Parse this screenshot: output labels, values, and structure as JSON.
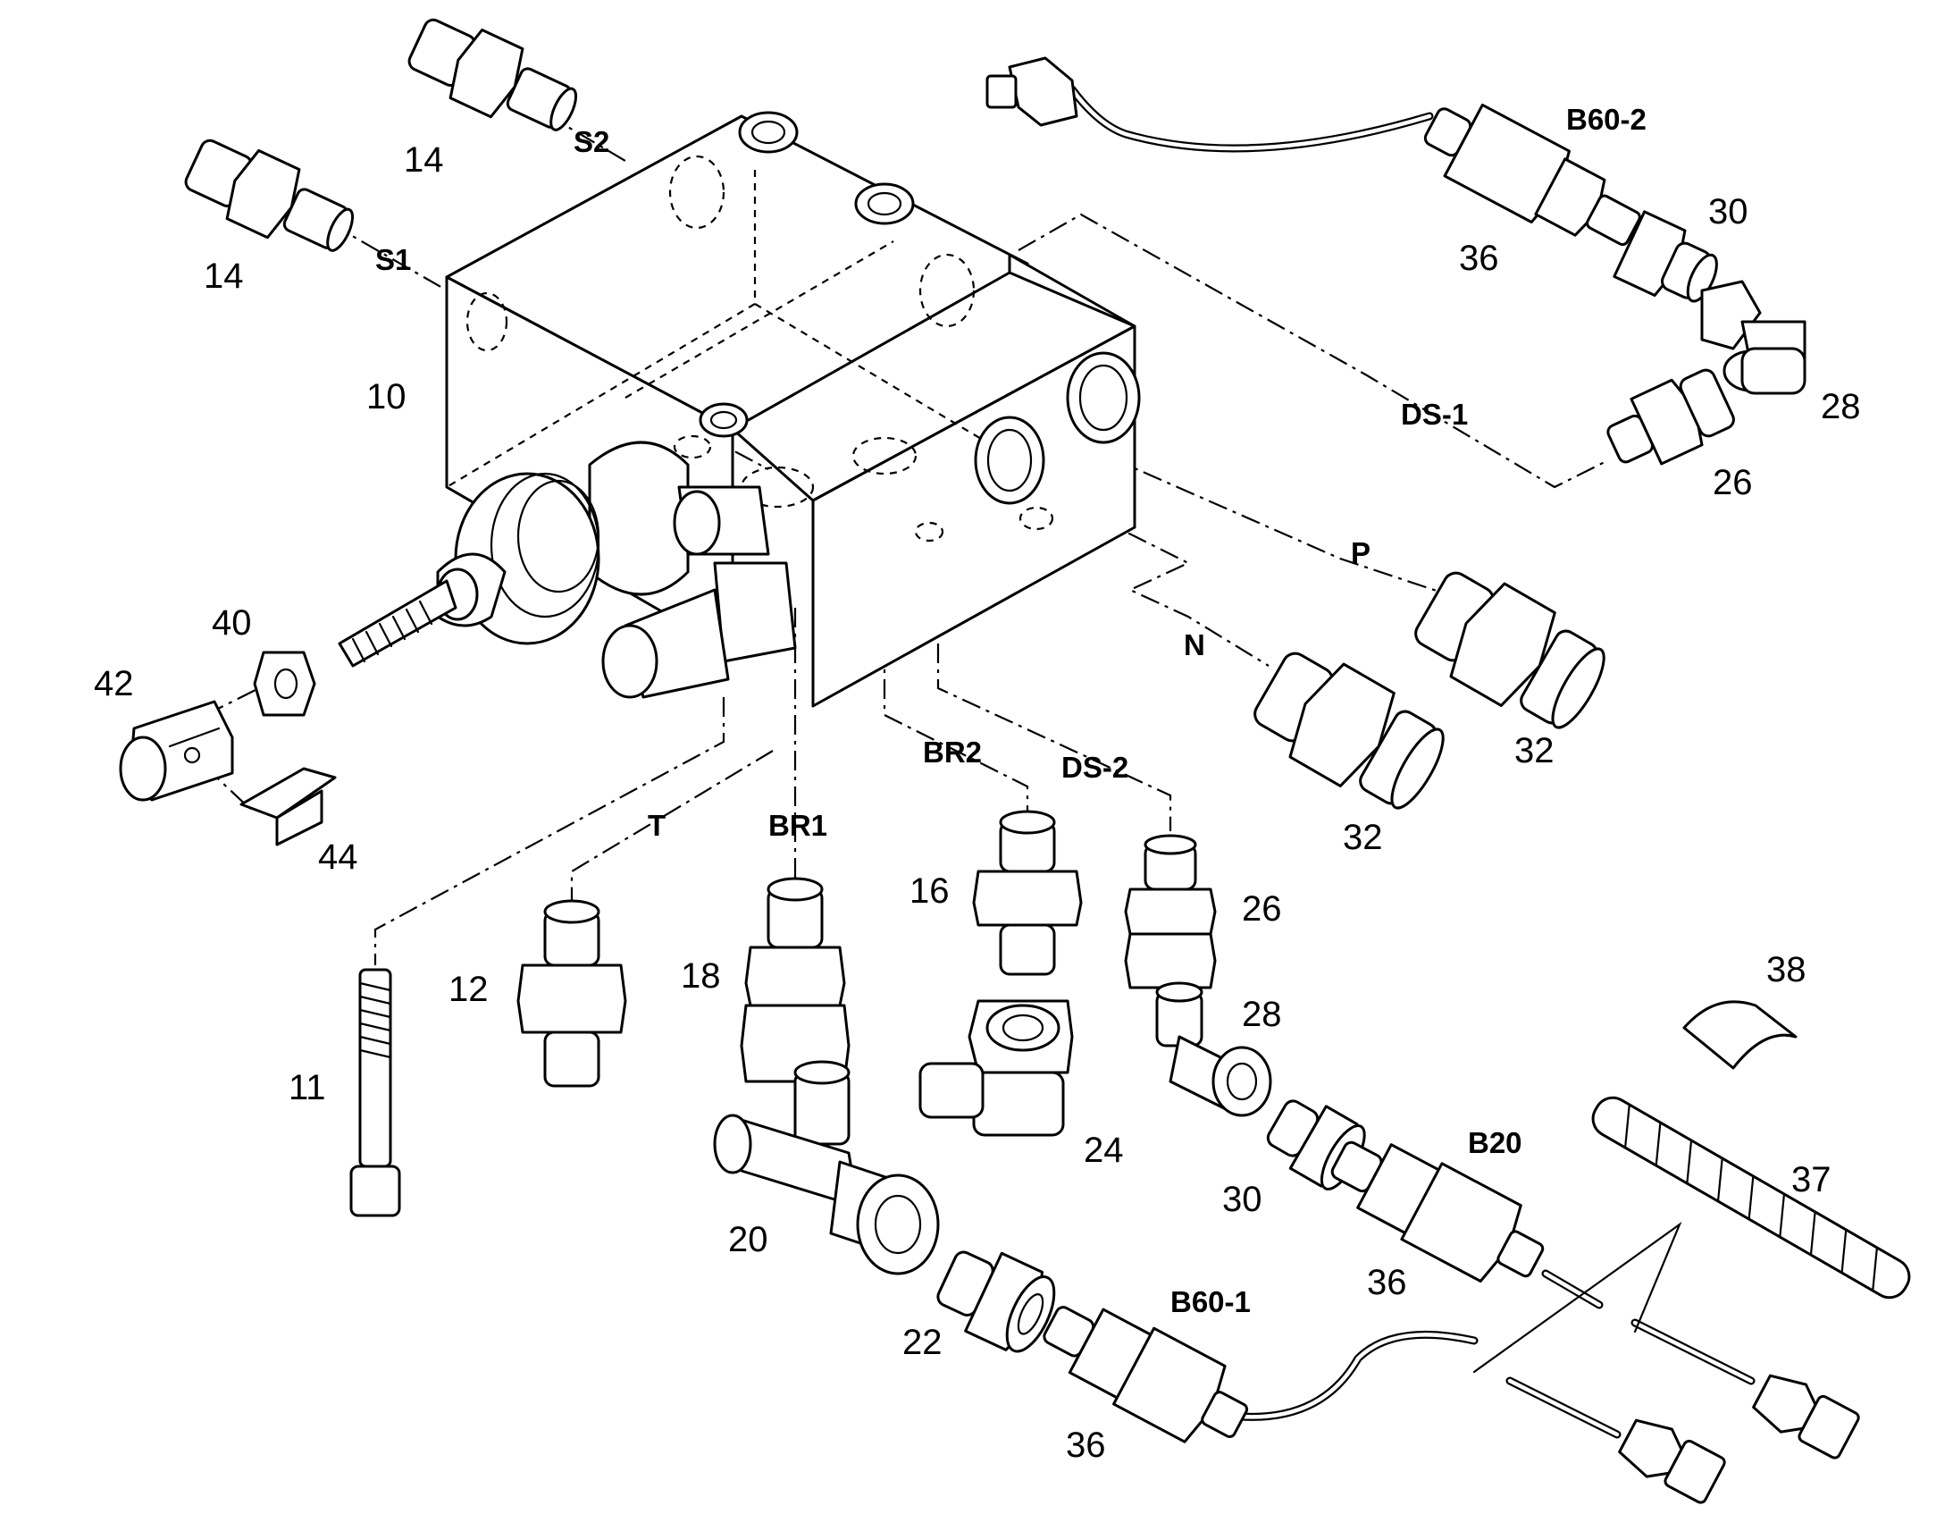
{
  "labels": {
    "part_10": "10",
    "part_11": "11",
    "part_12": "12",
    "part_14_a": "14",
    "part_14_b": "14",
    "part_16": "16",
    "part_18": "18",
    "part_20": "20",
    "part_22": "22",
    "part_24": "24",
    "part_26_a": "26",
    "part_26_b": "26",
    "part_28_a": "28",
    "part_28_b": "28",
    "part_30_a": "30",
    "part_30_b": "30",
    "part_32_a": "32",
    "part_32_b": "32",
    "part_36_a": "36",
    "part_36_b": "36",
    "part_36_c": "36",
    "part_37": "37",
    "part_38": "38",
    "part_40": "40",
    "part_42": "42",
    "part_44": "44"
  },
  "ports": {
    "s1": "S1",
    "s2": "S2",
    "p": "P",
    "n": "N",
    "t": "T",
    "br1": "BR1",
    "br2": "BR2",
    "ds1": "DS-1",
    "ds2": "DS-2",
    "b60_1": "B60-1",
    "b60_2": "B60-2",
    "b20": "B20"
  }
}
